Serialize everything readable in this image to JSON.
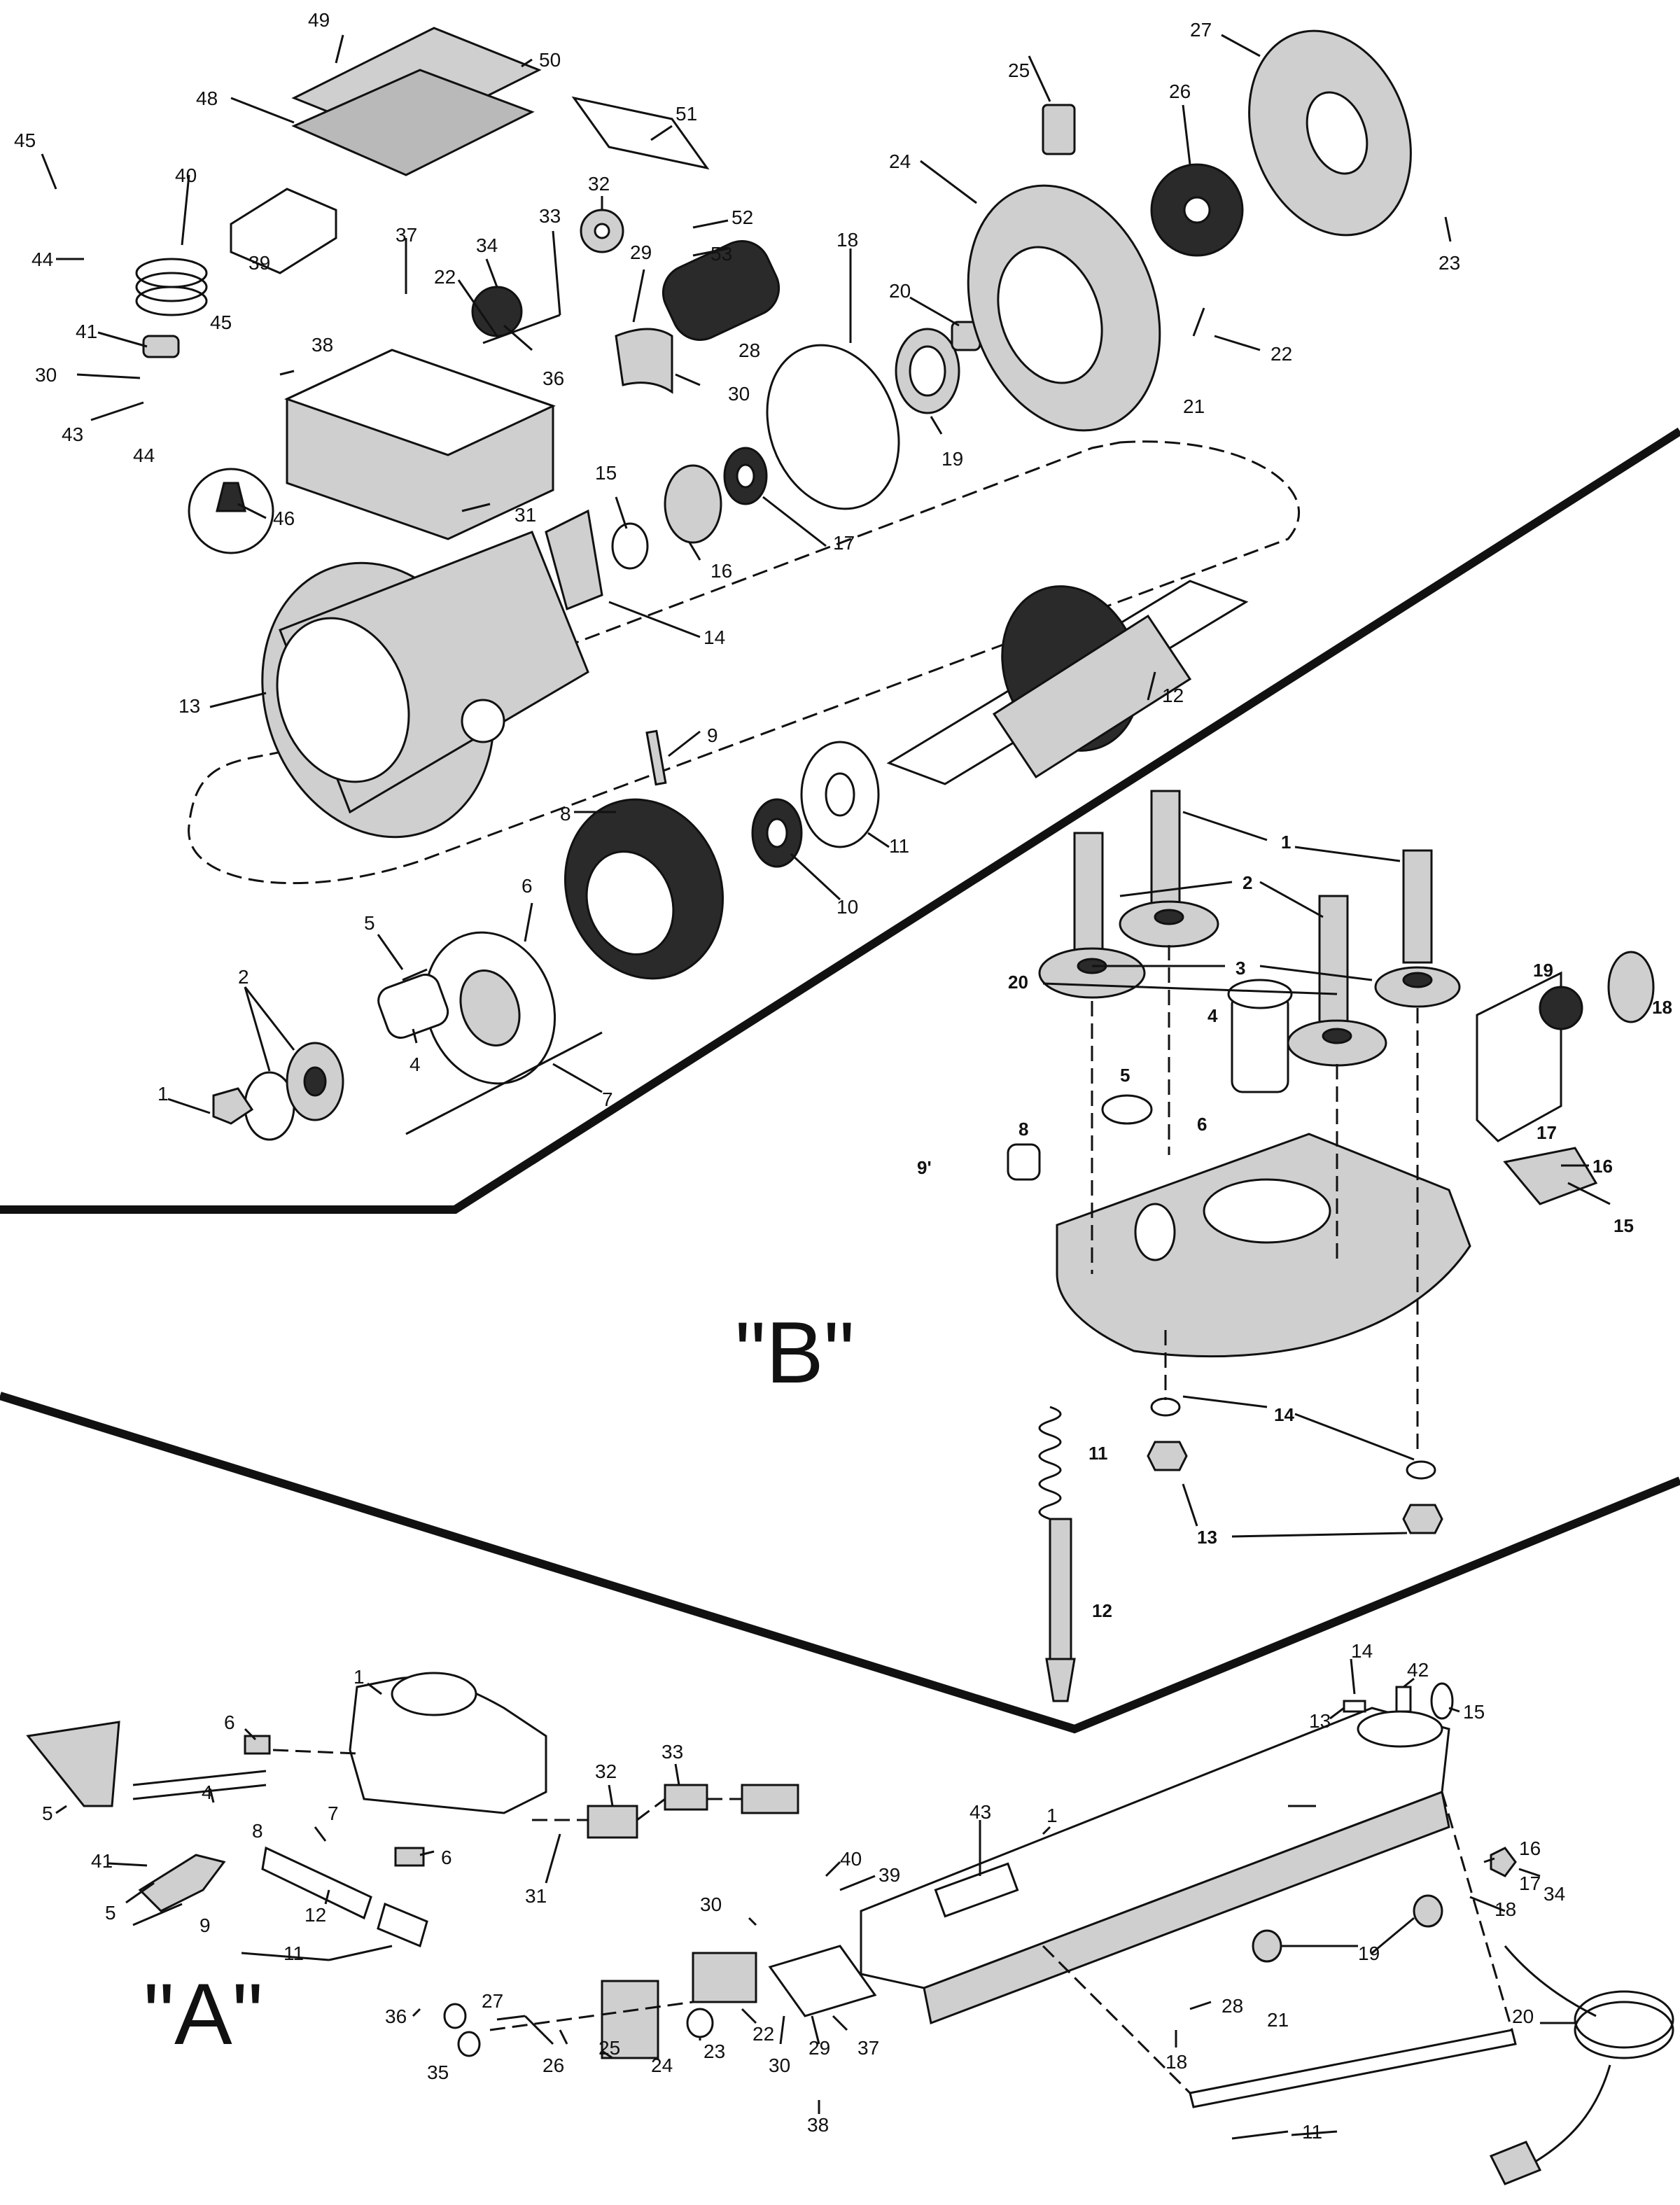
{
  "section_labels": {
    "b": "\"B\"",
    "a": "\"A\""
  },
  "motor_callouts": {
    "c1": "1",
    "c2": "2",
    "c4": "4",
    "c5": "5",
    "c6": "6",
    "c7": "7",
    "c8": "8",
    "c9": "9",
    "c10": "10",
    "c11": "11",
    "c12": "12",
    "c13": "13",
    "c14": "14",
    "c15": "15",
    "c16": "16",
    "c17": "17",
    "c18": "18",
    "c19": "19",
    "c20": "20",
    "c21": "21",
    "c22a": "22",
    "c22b": "22",
    "c23": "23",
    "c24": "24",
    "c25": "25",
    "c26": "26",
    "c27": "27",
    "c28": "28",
    "c29": "29",
    "c30a": "30",
    "c30b": "30",
    "c31": "31",
    "c32": "32",
    "c33": "33",
    "c34": "34",
    "c36": "36",
    "c37": "37",
    "c38": "38",
    "c39": "39",
    "c40": "40",
    "c41": "41",
    "c43": "43",
    "c44a": "44",
    "c44b": "44",
    "c45a": "45",
    "c45b": "45",
    "c46": "46",
    "c48": "48",
    "c49": "49",
    "c50": "50",
    "c51": "51",
    "c52": "52",
    "c53": "53"
  },
  "b_callouts": {
    "c1": "1",
    "c2": "2",
    "c3": "3",
    "c4": "4",
    "c5": "5",
    "c6": "6",
    "c8": "8",
    "c9": "9'",
    "c11": "11",
    "c12": "12",
    "c13": "13",
    "c14": "14",
    "c15": "15",
    "c16": "16",
    "c17": "17",
    "c18": "18",
    "c19": "19",
    "c20": "20"
  },
  "a_callouts": {
    "c1a": "1",
    "c1b": "1",
    "c4": "4",
    "c5a": "5",
    "c5b": "5",
    "c6a": "6",
    "c6b": "6",
    "c7": "7",
    "c8": "8",
    "c9": "9",
    "c11a": "11",
    "c11b": "11",
    "c12": "12",
    "c13": "13",
    "c14": "14",
    "c15": "15",
    "c16": "16",
    "c17": "17",
    "c18a": "18",
    "c18b": "18",
    "c19": "19",
    "c20": "20",
    "c21": "21",
    "c22": "22",
    "c23": "23",
    "c24": "24",
    "c25": "25",
    "c26": "26",
    "c27": "27",
    "c28": "28",
    "c29": "29",
    "c30a": "30",
    "c30b": "30",
    "c31": "31",
    "c32": "32",
    "c33": "33",
    "c34": "34",
    "c35": "35",
    "c36": "36",
    "c37": "37",
    "c38": "38",
    "c39": "39",
    "c40": "40",
    "c41": "41",
    "c42": "42",
    "c43": "43"
  }
}
